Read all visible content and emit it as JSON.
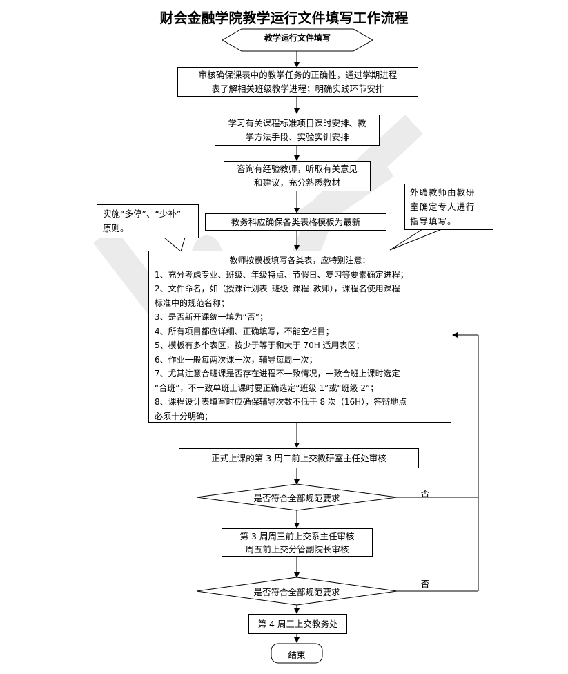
{
  "title": "财会金融学院教学运行文件填写工作流程",
  "start": "教学运行文件填写",
  "steps": {
    "s1": [
      "审核确保课表中的教学任务的正确性，通过学期进程",
      "表了解相关班级教学进程；明确实践环节安排"
    ],
    "s2": [
      "学习有关课程标准项目课时安排、教",
      "学方法手段、实验实训安排"
    ],
    "s3": [
      "咨询有经验教师，听取有关意见",
      "和建议，充分熟悉教材"
    ],
    "s4": "教务科应确保各类表格模板为最新",
    "main_title": "教师按模板填写各类表，应特别注意：",
    "notes": [
      "1、充分考虑专业、班级、年级特点、节假日、复习等要素确定进程；",
      "2、文件命名，如（授课计划表_班级_课程_教师），课程名使用课程",
      "标准中的规范名称；",
      "3、是否新开课统一填为“否”；",
      "4、所有项目都应详细、正确填写，不能空栏目；",
      "5、模板有多个表区，按少于等于和大于 70H 适用表区；",
      "6、作业一般每两次课一次，辅导每周一次；",
      "7、尤其注意合班课是否存在进程不一致情况，一致合班上课时选定",
      "“合班”，不一致单班上课时要正确选定“班级 1”或“班级 2”；",
      "8、课程设计表填写时应确保辅导次数不低于 8 次（16H），答辩地点",
      "必须十分明确；"
    ],
    "s6": "正式上课的第 3 周二前上交教研室主任处审核",
    "d1": "是否符合全部规范要求",
    "s7": [
      "第 3 周周三前上交系主任审核",
      "周五前上交分管副院长审核"
    ],
    "d2": "是否符合全部规范要求",
    "s8": "第 4 周三上交教务处",
    "end": "结束",
    "no": "否"
  },
  "callouts": {
    "left": [
      "实施“多停”、“少补”",
      "原则。"
    ],
    "right": [
      "外聘教师由教研",
      "室确定专人进行",
      "指导填写。"
    ]
  }
}
